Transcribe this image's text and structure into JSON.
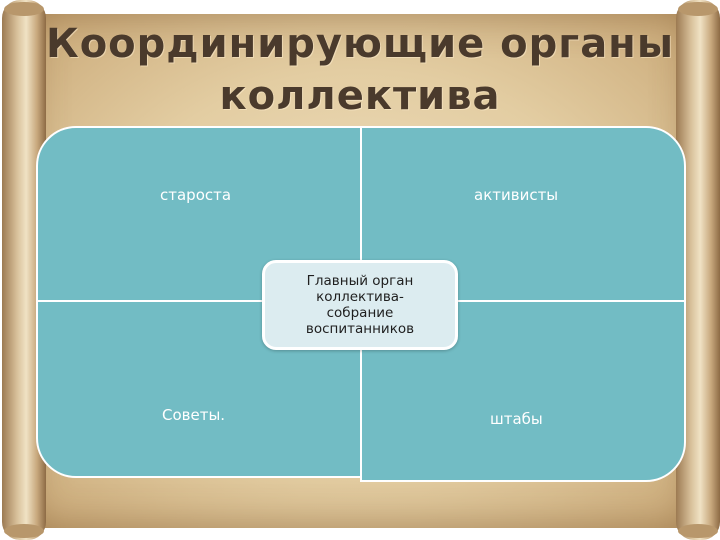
{
  "title": {
    "line1": "Координирующие органы",
    "line2": "коллектива"
  },
  "diagram": {
    "center": {
      "line1": "Главный орган",
      "line2": "коллектива-",
      "line3": "собрание",
      "line4": "воспитанников"
    },
    "quadrants": {
      "top_left": "староста",
      "top_right": "активисты",
      "bottom_left": "Советы.",
      "bottom_right": "штабы"
    }
  },
  "colors": {
    "quadrant_fill": "#72bcc4",
    "center_fill": "#dcecf0",
    "title_text": "#4a3a2c",
    "parchment": "#e3cda2"
  }
}
